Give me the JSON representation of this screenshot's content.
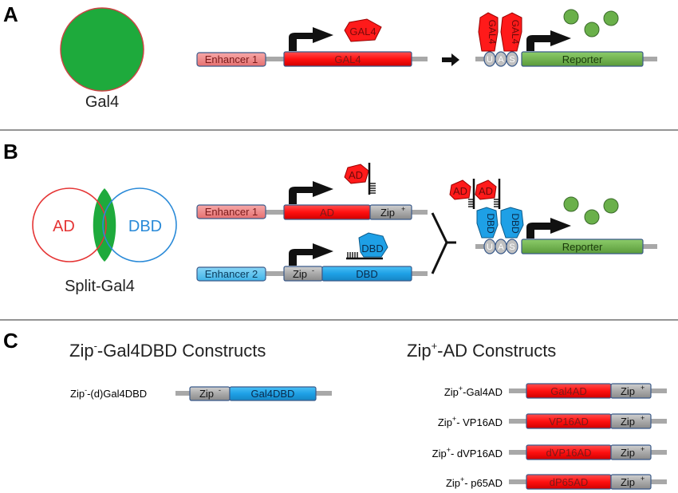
{
  "panels": {
    "a": "A",
    "b": "B",
    "c": "C"
  },
  "panel_a": {
    "circle_label": "Gal4",
    "enhancer": "Enhancer 1",
    "gene": "GAL4",
    "protein": "GAL4",
    "uas": [
      "U",
      "A",
      "S"
    ],
    "reporter": "Reporter"
  },
  "panel_b": {
    "venn_left": "AD",
    "venn_right": "DBD",
    "venn_label": "Split-Gal4",
    "enhancer1": "Enhancer 1",
    "enhancer2": "Enhancer 2",
    "ad": "AD",
    "dbd": "DBD",
    "zip_plus": "Zip",
    "zip_minus": "Zip",
    "uas": [
      "U",
      "A",
      "S"
    ],
    "reporter": "Reporter"
  },
  "panel_c": {
    "left_title": "Zip",
    "left_title_rest": "-Gal4DBD Constructs",
    "right_title": "Zip",
    "right_title_rest": "-AD Constructs",
    "dbd_row": {
      "label_pre": "Zip",
      "label_post": "-(d)Gal4DBD",
      "zip": "Zip",
      "dbd": "Gal4DBD"
    },
    "ad_rows": [
      {
        "label_pre": "Zip",
        "label_post": "-Gal4AD",
        "ad": "Gal4AD",
        "zip": "Zip"
      },
      {
        "label_pre": "Zip",
        "label_post": "- VP16AD",
        "ad": "VP16AD",
        "zip": "Zip"
      },
      {
        "label_pre": "Zip",
        "label_post": "- dVP16AD",
        "ad": "dVP16AD",
        "zip": "Zip"
      },
      {
        "label_pre": "Zip",
        "label_post": "- p65AD",
        "ad": "dP65AD",
        "zip": "Zip"
      }
    ]
  },
  "colors": {
    "green": "#1eaa3c",
    "red": "#ff1a1a",
    "blue": "#1ea0e6",
    "pink": "#f08a8a",
    "lightblue": "#5cc4f0",
    "reporter": "#6aaa4a",
    "gray": "#a8a8a8"
  }
}
